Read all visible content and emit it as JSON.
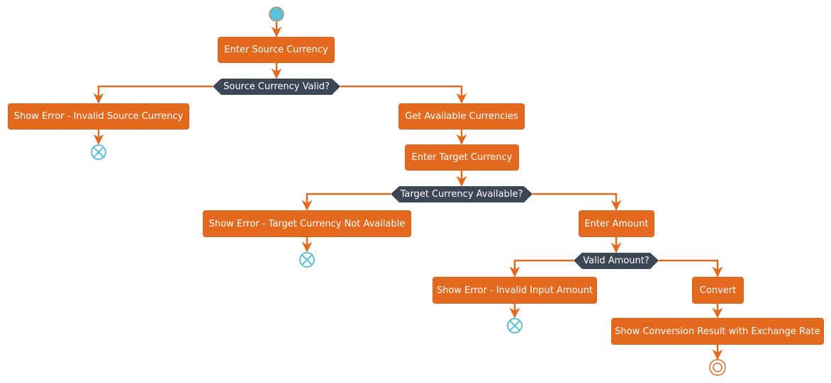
{
  "diagram": {
    "colors": {
      "action_fill": "#E2691D",
      "action_border": "#D9641A",
      "decision_fill": "#3D4654",
      "arrow": "#E2691D",
      "start_fill": "#5BC0DE",
      "end_marker": "#5BC0DE",
      "stop_marker": "#E2691D"
    },
    "nodes": {
      "enter_source": "Enter Source Currency",
      "source_valid": "Source Currency Valid?",
      "error_source": "Show Error - Invalid Source Currency",
      "get_currencies": "Get Available Currencies",
      "enter_target": "Enter Target Currency",
      "target_available": "Target Currency Available?",
      "error_target": "Show Error - Target Currency Not Available",
      "enter_amount": "Enter Amount",
      "valid_amount": "Valid Amount?",
      "error_amount": "Show Error - Invalid Input Amount",
      "convert": "Convert",
      "show_result": "Show Conversion Result with Exchange Rate"
    }
  }
}
